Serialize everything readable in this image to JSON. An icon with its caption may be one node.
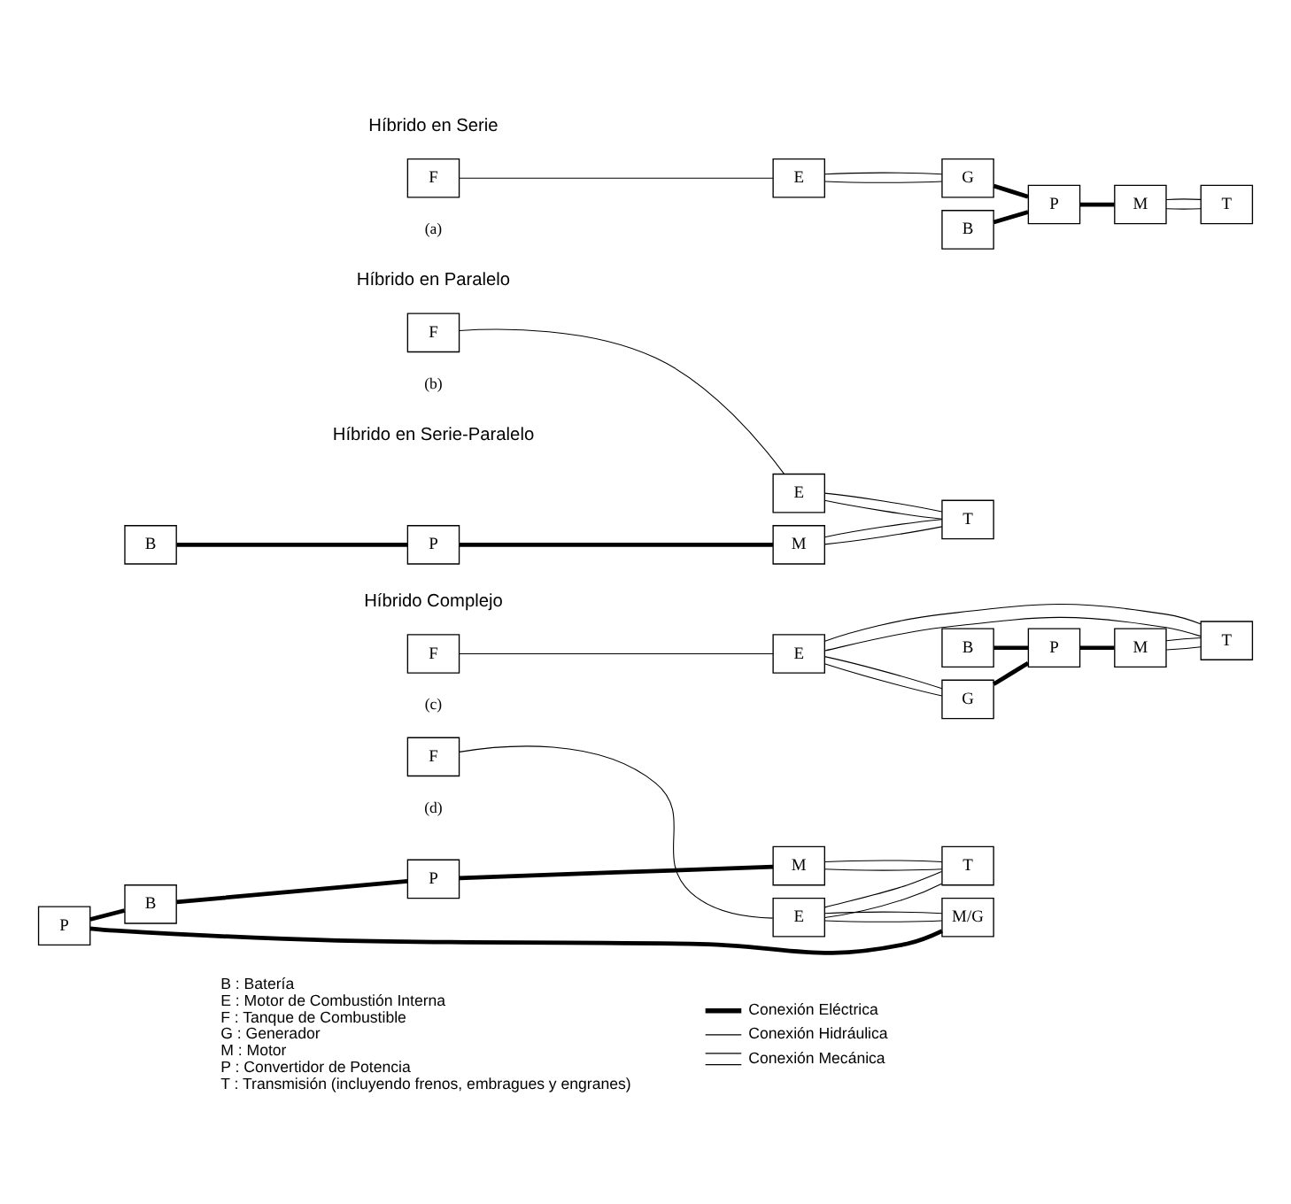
{
  "diagram": {
    "nodes": [
      {
        "text": [
          "F"
        ]
      },
      {
        "text": [
          "E"
        ]
      },
      {
        "text": [
          "G"
        ]
      },
      {
        "text": [
          "B"
        ]
      },
      {
        "text": [
          "P"
        ]
      },
      {
        "text": [
          "M"
        ]
      },
      {
        "text": [
          "T"
        ]
      },
      {
        "text": [
          "F"
        ]
      },
      {
        "text": [
          "E"
        ]
      },
      {
        "text": [
          "B"
        ]
      },
      {
        "text": [
          "P"
        ]
      },
      {
        "text": [
          "M"
        ]
      },
      {
        "text": [
          "T"
        ]
      },
      {
        "text": [
          "F"
        ]
      },
      {
        "text": [
          "E"
        ]
      },
      {
        "text": [
          "G"
        ]
      },
      {
        "text": [
          "B"
        ]
      },
      {
        "text": [
          "P"
        ]
      },
      {
        "text": [
          "M"
        ]
      },
      {
        "text": [
          "T"
        ]
      },
      {
        "text": [
          "F"
        ]
      },
      {
        "text": [
          "E"
        ]
      },
      {
        "text": [
          "P"
        ]
      },
      {
        "text": [
          "M/G"
        ]
      },
      {
        "text": [
          "B"
        ]
      },
      {
        "text": [
          "P"
        ]
      },
      {
        "text": [
          "M"
        ]
      },
      {
        "text": [
          "T"
        ]
      }
    ],
    "edges": [
      {
        "from": 0,
        "to": 1,
        "arrow": "none"
      },
      {
        "from": 1,
        "to": 2,
        "arrow": "none"
      },
      {
        "from": 1,
        "to": 2,
        "arrow": "none"
      },
      {
        "from": 2,
        "to": 4,
        "arrow": "none",
        "style": "thick"
      },
      {
        "from": 3,
        "to": 4,
        "arrow": "none",
        "style": "thick"
      },
      {
        "from": 4,
        "to": 5,
        "arrow": "none",
        "style": "thick"
      },
      {
        "from": 5,
        "to": 6,
        "arrow": "none"
      },
      {
        "from": 5,
        "to": 6,
        "arrow": "none"
      },
      {
        "from": 7,
        "to": 8,
        "arrow": "none"
      },
      {
        "from": 8,
        "to": 12,
        "arrow": "none"
      },
      {
        "from": 8,
        "to": 12,
        "arrow": "none"
      },
      {
        "from": 9,
        "to": 10,
        "arrow": "none",
        "style": "thick"
      },
      {
        "from": 10,
        "to": 11,
        "arrow": "none",
        "style": "thick"
      },
      {
        "from": 11,
        "to": 12,
        "arrow": "none"
      },
      {
        "from": 11,
        "to": 12,
        "arrow": "none"
      },
      {
        "from": 13,
        "to": 14,
        "arrow": "none"
      },
      {
        "from": 14,
        "to": 19,
        "arrow": "none"
      },
      {
        "from": 14,
        "to": 19,
        "arrow": "none"
      },
      {
        "from": 14,
        "to": 15,
        "arrow": "none"
      },
      {
        "from": 14,
        "to": 15,
        "arrow": "none"
      },
      {
        "from": 15,
        "to": 17,
        "arrow": "none",
        "style": "thick"
      },
      {
        "from": 16,
        "to": 17,
        "arrow": "none",
        "style": "thick"
      },
      {
        "from": 17,
        "to": 18,
        "arrow": "none",
        "style": "thick"
      },
      {
        "from": 18,
        "to": 19,
        "arrow": "none"
      },
      {
        "from": 18,
        "to": 19,
        "arrow": "none"
      },
      {
        "from": 20,
        "to": 21,
        "arrow": "none"
      },
      {
        "from": 21,
        "to": 27,
        "arrow": "none"
      },
      {
        "from": 21,
        "to": 27,
        "arrow": "none"
      },
      {
        "from": 21,
        "to": 23,
        "arrow": "none"
      },
      {
        "from": 21,
        "to": 23,
        "arrow": "none"
      },
      {
        "from": 22,
        "to": 23,
        "arrow": "none",
        "style": "thick"
      },
      {
        "from": 22,
        "to": 24,
        "arrow": "none",
        "style": "thick"
      },
      {
        "from": 24,
        "to": 25,
        "arrow": "none",
        "style": "thick"
      },
      {
        "from": 25,
        "to": 26,
        "arrow": "none",
        "style": "thick"
      },
      {
        "from": 26,
        "to": 27,
        "arrow": "none"
      },
      {
        "from": 26,
        "to": 27,
        "arrow": "none"
      }
    ],
    "labels": [
      "Híbrido en Serie",
      "Híbrido en Paralelo",
      "(a)",
      "(b)",
      "Híbrido en Serie-Paralelo",
      "Híbrido Complejo",
      "(c)",
      "(d)",
      "B : Batería",
      "E : Motor de Combustión Interna",
      "F : Tanque de Combustible",
      "G : Generador",
      "M : Motor",
      "P : Convertidor de Potencia",
      "T : Transmisión (incluyendo frenos, embragues y engranes)"
    ],
    "legend": [
      {
        "text": "Conexión Eléctrica"
      },
      {
        "text": "Conexión Hidráulica"
      },
      {
        "text": "Conexión Mecánica"
      }
    ]
  }
}
